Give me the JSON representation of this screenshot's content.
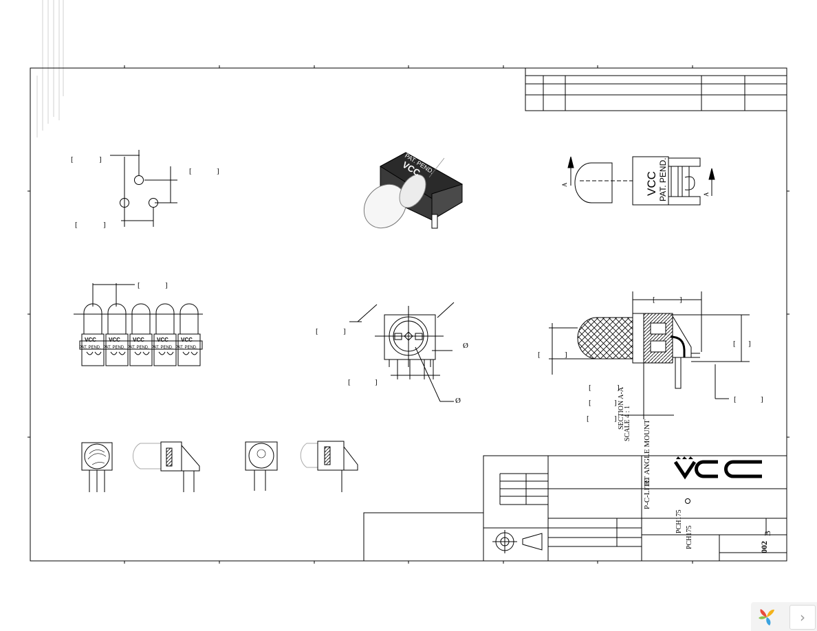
{
  "title_block": {
    "company": "VCC",
    "description_line1": "P-C-LITE",
    "description_line2": "RT ANGLE MOUNT",
    "part_number_a": "PCH175",
    "part_number_b": "PCH175",
    "dwg_no": "002",
    "rev": "B"
  },
  "product_markings": {
    "brand": "VCC",
    "patent": "PAT. PEND."
  },
  "views": {
    "section_title": "SECTION A-A",
    "section_scale": "SCALE 4 : 1",
    "section_marker": "A",
    "diameter_symbol": "Ø"
  },
  "colors": {
    "ink": "#000000",
    "housing": "#3a3a3a",
    "faint_text": "#c8c8c8"
  }
}
